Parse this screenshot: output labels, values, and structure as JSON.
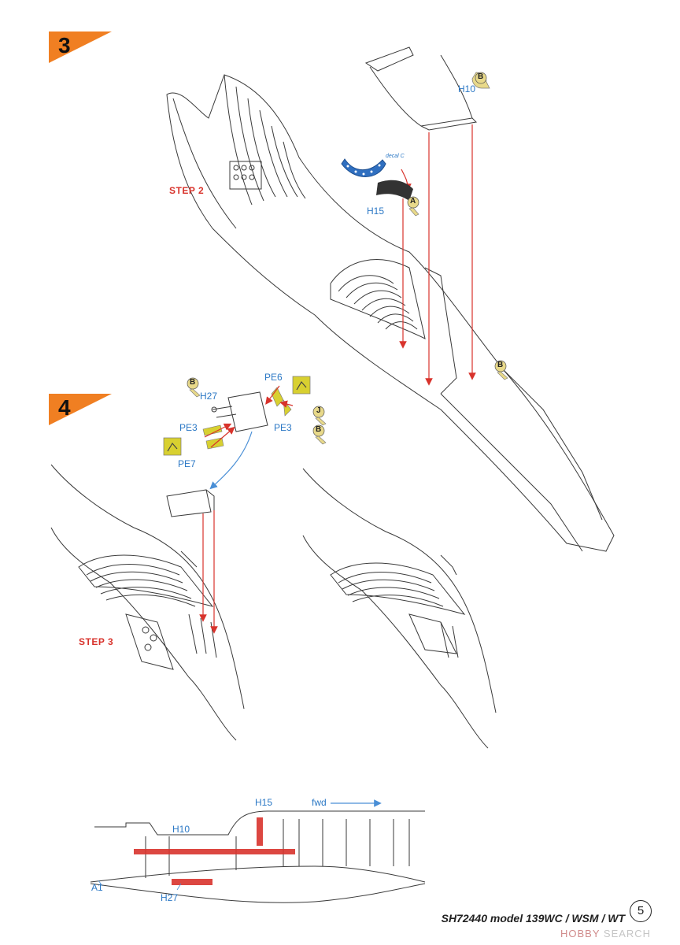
{
  "steps": [
    {
      "number": "3"
    },
    {
      "number": "4"
    }
  ],
  "labels": {
    "step2": "STEP 2",
    "step3": "STEP 3",
    "h10": "H10",
    "h15": "H15",
    "decal": "decal C",
    "h27": "H27",
    "pe6": "PE6",
    "pe3_left": "PE3",
    "pe3_right": "PE3",
    "pe7": "PE7",
    "detail_h15": "H15",
    "detail_h10": "H10",
    "detail_a1": "A1",
    "detail_h27": "H27",
    "fwd": "fwd"
  },
  "sprue_tags": {
    "h10": "B",
    "h15": "A",
    "fuselage": "B",
    "h27": "B",
    "pe_j": "J",
    "pe_b": "B"
  },
  "footer": {
    "model": "SH72440 model 139WC / WSM / WT",
    "page": "5"
  },
  "watermark": {
    "brand": "HOBBY",
    "rest": " SEARCH"
  },
  "colors": {
    "step_badge": "#f07f22",
    "label_blue": "#2b78c5",
    "arrow_red": "#d8332c",
    "tag_yellow": "#e8d98a",
    "pe_yellow": "#d8d030"
  }
}
